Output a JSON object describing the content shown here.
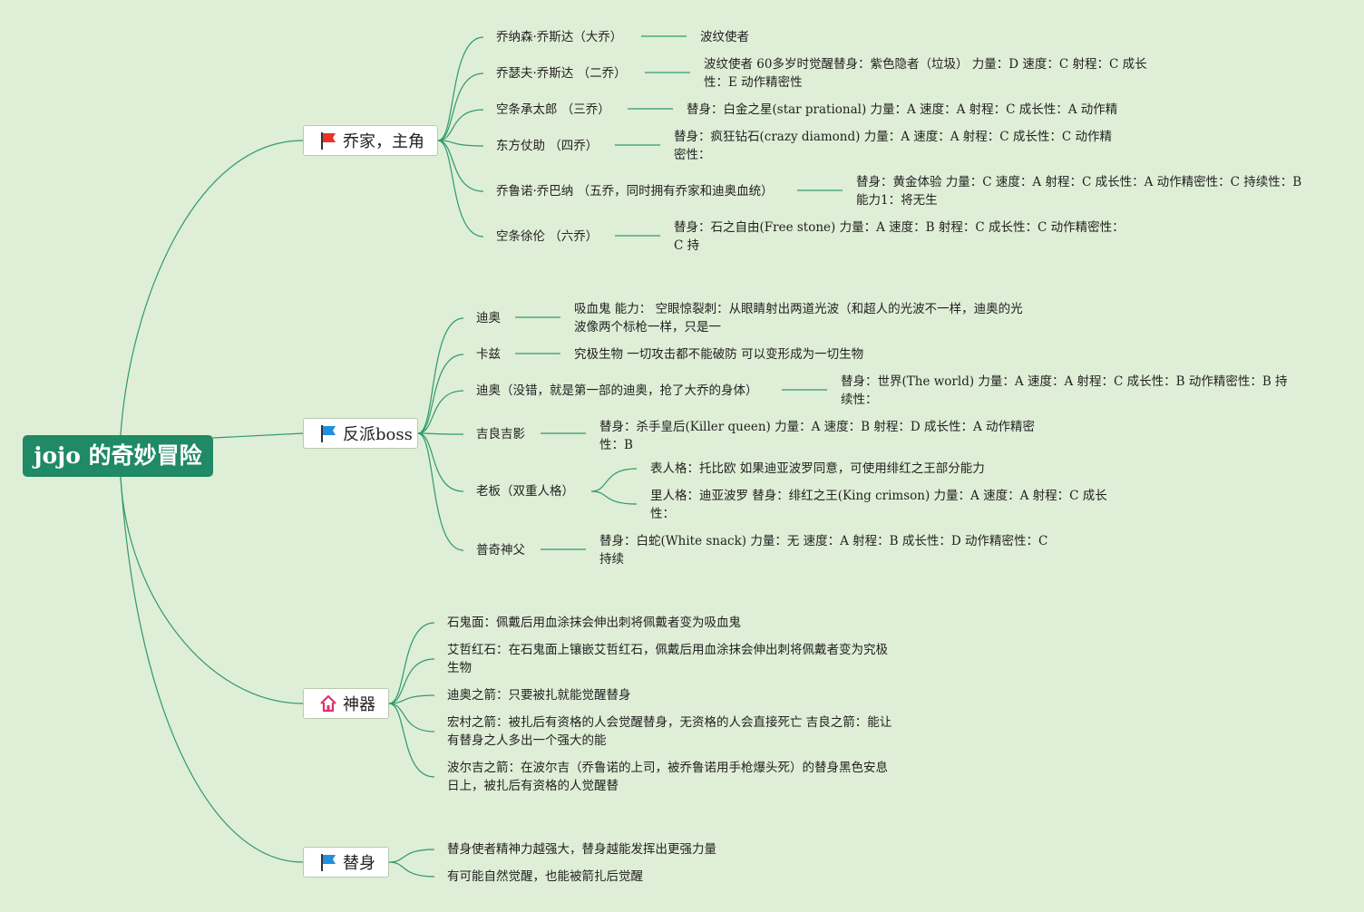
{
  "root": "jojo 的奇妙冒险",
  "branches": {
    "family": {
      "label": "乔家，主角",
      "icon": "red-flag-icon",
      "items": [
        {
          "name": "乔纳森·乔斯达（大乔）",
          "detail": "波纹使者"
        },
        {
          "name": "乔瑟夫·乔斯达 （二乔）",
          "detail": "波纹使者 60多岁时觉醒替身：紫色隐者（垃圾） 力量：D 速度：C 射程：C 成长性：E 动作精密性"
        },
        {
          "name": "空条承太郎 （三乔）",
          "detail": "替身：白金之星(star prational) 力量：A 速度：A 射程：C 成长性：A 动作精"
        },
        {
          "name": "东方仗助 （四乔）",
          "detail": "替身：疯狂钻石(crazy diamond) 力量：A 速度：A 射程：C 成长性：C 动作精密性："
        },
        {
          "name": "乔鲁诺·乔巴纳 （五乔，同时拥有乔家和迪奥血统）",
          "detail": "替身：黄金体验 力量：C 速度：A 射程：C 成长性：A 动作精密性：C 持续性：B 能力1：将无生"
        },
        {
          "name": "空条徐伦 （六乔）",
          "detail": "替身：石之自由(Free stone) 力量：A 速度：B 射程：C 成长性：C 动作精密性：C 持"
        }
      ]
    },
    "villains": {
      "label": "反派boss",
      "icon": "blue-flag-icon",
      "items": [
        {
          "name": "迪奥",
          "detail": "吸血鬼 能力： 空眼惊裂刺：从眼睛射出两道光波（和超人的光波不一样，迪奥的光波像两个标枪一样，只是一"
        },
        {
          "name": "卡兹",
          "detail": "究极生物 一切攻击都不能破防 可以变形成为一切生物"
        },
        {
          "name": "迪奥（没错，就是第一部的迪奥，抢了大乔的身体）",
          "detail": "替身：世界(The world) 力量：A 速度：A 射程：C 成长性：B 动作精密性：B 持续性："
        },
        {
          "name": "吉良吉影",
          "detail": "替身：杀手皇后(Killer queen) 力量：A 速度：B 射程：D 成长性：A 动作精密性：B"
        },
        {
          "name": "老板（双重人格）",
          "details": [
            "表人格：托比欧 如果迪亚波罗同意，可使用绯红之王部分能力",
            "里人格：迪亚波罗 替身：绯红之王(King crimson) 力量：A 速度：A 射程：C 成长性："
          ]
        },
        {
          "name": "普奇神父",
          "detail": "替身：白蛇(White snack) 力量：无 速度：A 射程：B 成长性：D 动作精密性：C 持续"
        }
      ]
    },
    "artifacts": {
      "label": "神器",
      "icon": "house-icon",
      "items": [
        "石鬼面：佩戴后用血涂抹会伸出刺将佩戴者变为吸血鬼",
        "艾哲红石：在石鬼面上镶嵌艾哲红石，佩戴后用血涂抹会伸出刺将佩戴者变为究极生物",
        "迪奥之箭：只要被扎就能觉醒替身",
        "宏村之箭：被扎后有资格的人会觉醒替身，无资格的人会直接死亡 吉良之箭：能让有替身之人多出一个强大的能",
        "波尔吉之箭：在波尔吉（乔鲁诺的上司，被乔鲁诺用手枪爆头死）的替身黑色安息日上，被扎后有资格的人觉醒替"
      ]
    },
    "stand": {
      "label": "替身",
      "icon": "blue-flag-icon",
      "items": [
        "替身使者精神力越强大，替身越能发挥出更强力量",
        "有可能自然觉醒，也能被箭扎后觉醒"
      ]
    }
  },
  "colors": {
    "background": "#dfeed6",
    "root": "#1f8a65",
    "link": "#2e9a6b",
    "red_flag": "#e8322b",
    "blue_flag": "#1f8fe0",
    "house": "#e0306a"
  }
}
